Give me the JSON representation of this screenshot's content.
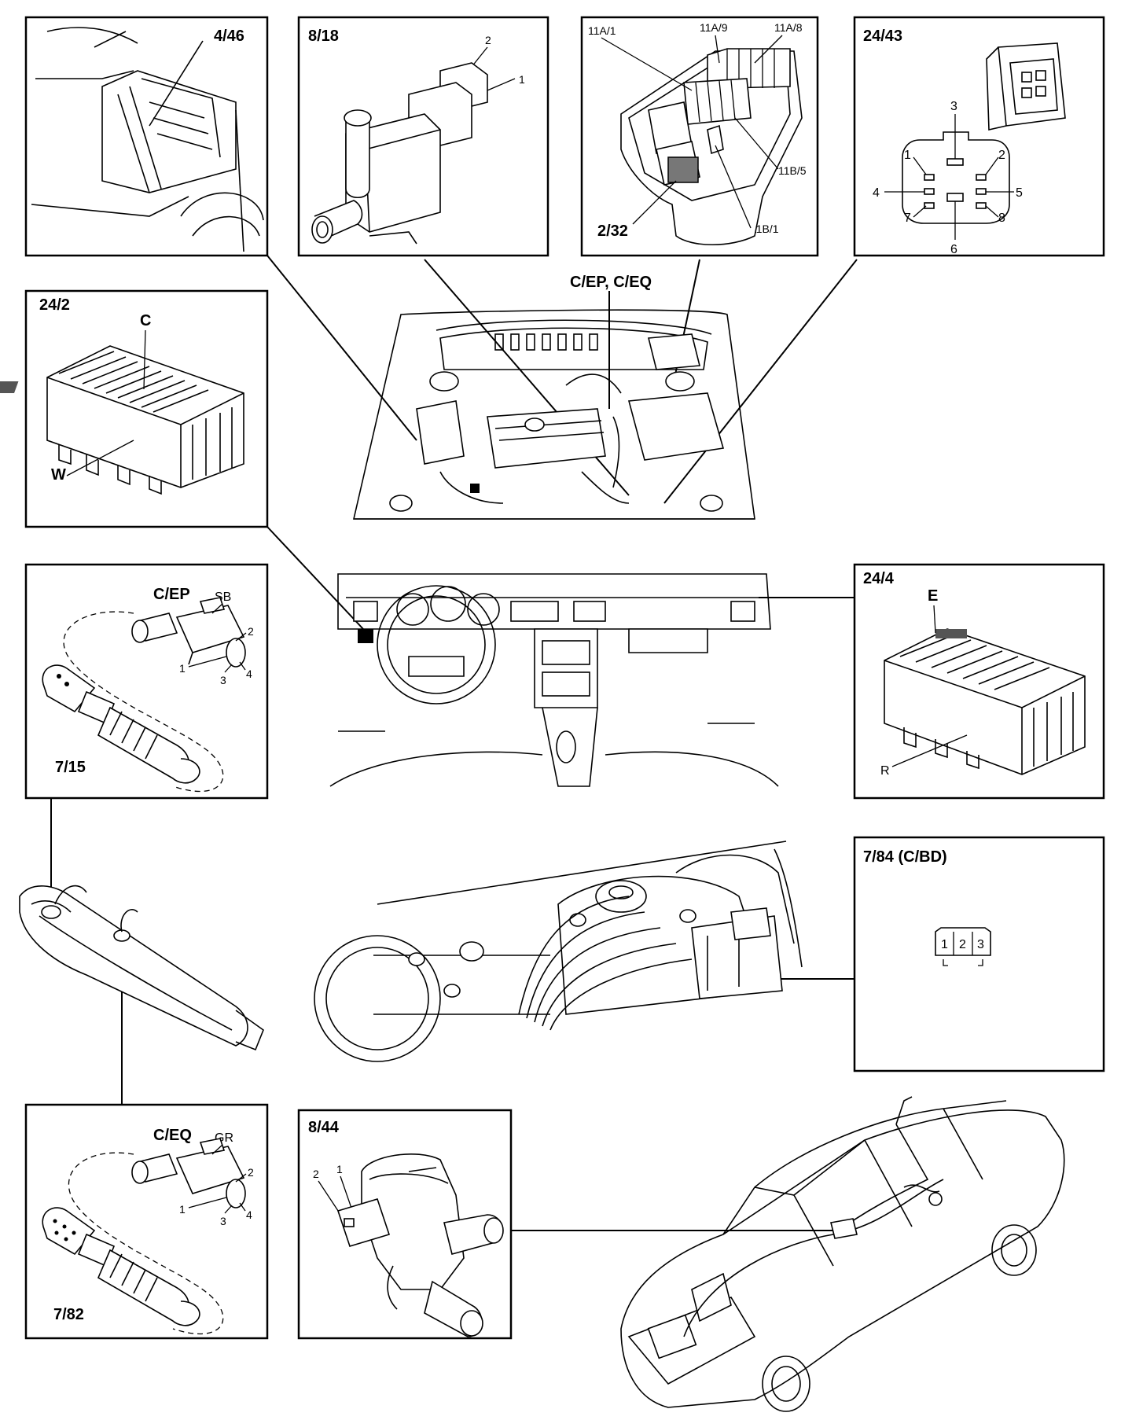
{
  "panels": {
    "p446": {
      "label": "4/46"
    },
    "p818": {
      "label": "8/18",
      "pins": [
        "2",
        "1"
      ]
    },
    "fusebox": {
      "labels": [
        "11A/1",
        "11A/9",
        "11A/8",
        "11B/5",
        "11B/1",
        "2/32"
      ]
    },
    "p2443": {
      "label": "24/43",
      "pins": [
        "3",
        "1",
        "2",
        "4",
        "5",
        "7",
        "8",
        "6"
      ]
    },
    "p242": {
      "label": "24/2",
      "callouts": [
        "C",
        "W"
      ]
    },
    "cep": {
      "connector": "C/EP",
      "color": "SB",
      "pins": [
        "2",
        "1",
        "3",
        "4"
      ],
      "sensor": "7/15"
    },
    "p244": {
      "label": "24/4",
      "callouts": [
        "E",
        "R"
      ]
    },
    "p784": {
      "label": "7/84 (C/BD)",
      "pins": [
        "1",
        "2",
        "3"
      ]
    },
    "ceq": {
      "connector": "C/EQ",
      "color": "GR",
      "pins": [
        "2",
        "1",
        "3",
        "4"
      ],
      "sensor": "7/82"
    },
    "p844": {
      "label": "8/44",
      "pins": [
        "2",
        "1"
      ]
    }
  },
  "engine_callout": "C/EP, C/EQ"
}
